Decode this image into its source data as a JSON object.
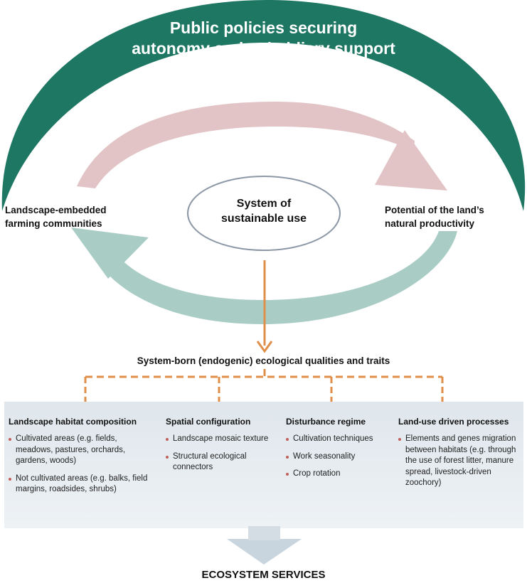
{
  "title": {
    "line1": "Public policies securing",
    "line2": "autonomy and subsidiary support"
  },
  "left_label": {
    "line1": "Landscape-embedded",
    "line2": "farming communities"
  },
  "right_label": {
    "line1": "Potential of the land’s",
    "line2": "natural productivity"
  },
  "center": {
    "line1": "System of",
    "line2": "sustainable use"
  },
  "qualities_label": "System-born (endogenic) ecological qualities and traits",
  "columns": [
    {
      "heading": "Landscape habitat composition",
      "items": [
        "Cultivated areas (e.g. fields, meadows, pastures, orchards, gardens, woods)",
        "Not cultivated areas (e.g. balks, field margins, roadsides, shrubs)"
      ]
    },
    {
      "heading": "Spatial configuration",
      "items": [
        "Landscape mosaic texture",
        "Structural ecological connectors"
      ]
    },
    {
      "heading": "Disturbance regime",
      "items": [
        "Cultivation techniques",
        "Work seasonality",
        "Crop rotation"
      ]
    },
    {
      "heading": "Land-use driven processes",
      "items": [
        "Elements and genes migration between habitats (e.g. through the use of forest litter, manure spread, livestock-driven zoochory)"
      ]
    }
  ],
  "output_label": "ECOSYSTEM SERVICES",
  "colors": {
    "arch": "#1e7763",
    "pink_arrow": "#e2c4c6",
    "teal_arrow": "#a9cdc4",
    "orange": "#e08f4a",
    "ellipse_stroke": "#8c98a6",
    "panel": "#e6ecf1",
    "down_arrow": "#c9d5de",
    "bullet": "#c0605b"
  }
}
